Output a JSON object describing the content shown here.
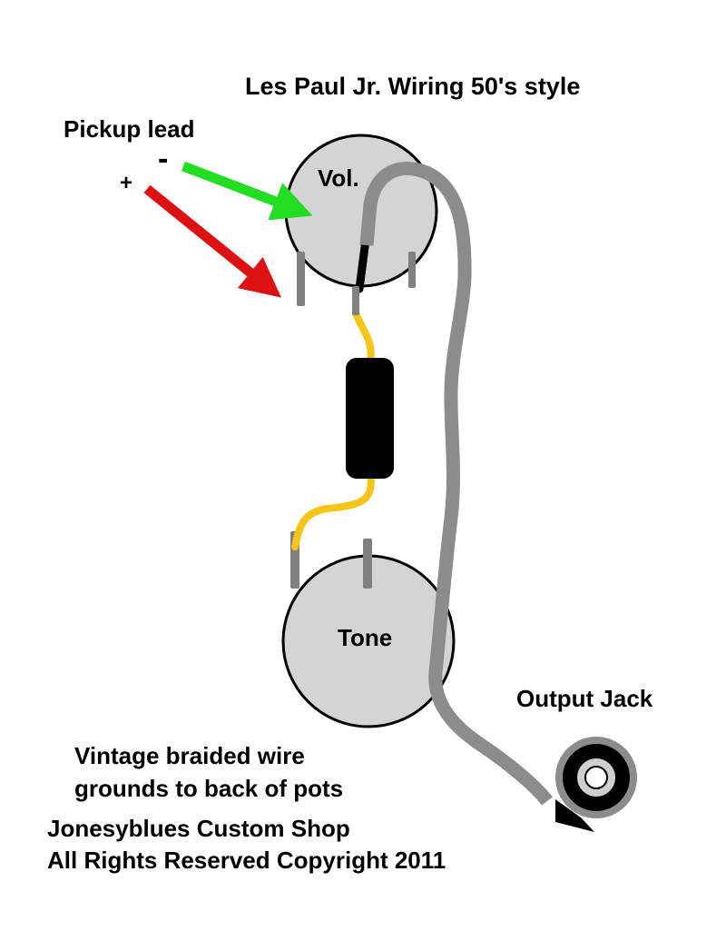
{
  "title": "Les Paul Jr. Wiring 50's style",
  "pickup": {
    "label": "Pickup lead",
    "minus": "-",
    "plus": "+"
  },
  "vol_label": "Vol.",
  "tone_label": "Tone",
  "output_label": "Output Jack",
  "note_lines": [
    "Vintage braided wire",
    "grounds to back of pots"
  ],
  "credit_lines": [
    "Jonesyblues Custom Shop",
    "All Rights Reserved Copyright 2011"
  ],
  "colors": {
    "pot": "#d4d4d4",
    "lug": "#808080",
    "braid": "#8c8c8c",
    "capacitor": "#000000",
    "cap_lead": "#f5c518",
    "arrow_minus": "#22dd22",
    "arrow_plus": "#dd1111"
  }
}
